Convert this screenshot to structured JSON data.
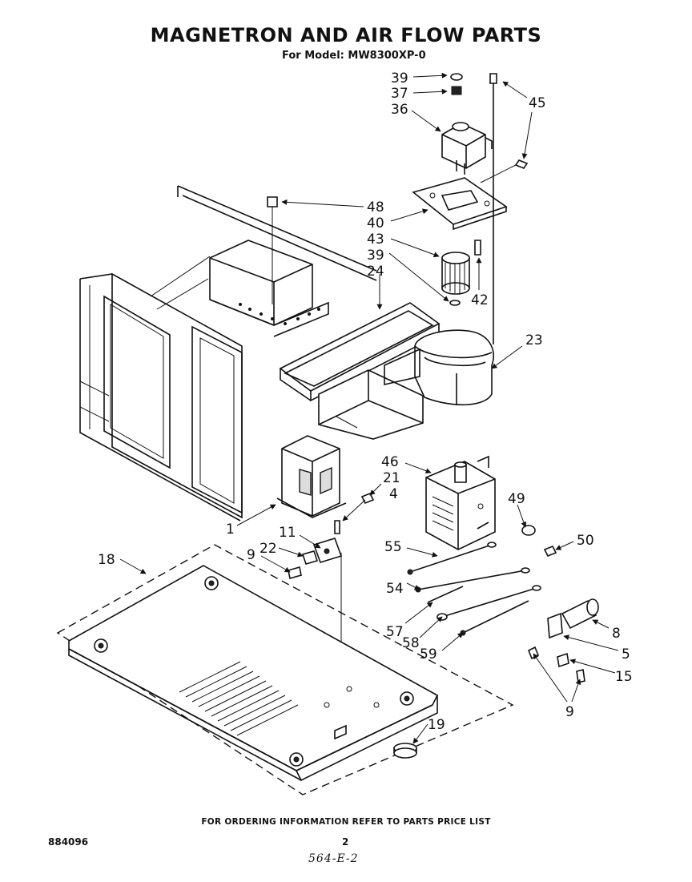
{
  "header": {
    "title": "MAGNETRON AND AIR FLOW PARTS",
    "model_line": "For Model: MW8300XP-0"
  },
  "callouts": [
    "39",
    "37",
    "36",
    "45",
    "48",
    "40",
    "43",
    "39",
    "24",
    "42",
    "23",
    "46",
    "21",
    "4",
    "1",
    "11",
    "22",
    "9",
    "49",
    "50",
    "55",
    "18",
    "54",
    "57",
    "58",
    "59",
    "8",
    "5",
    "15",
    "9",
    "19"
  ],
  "footer": {
    "ordering_note": "FOR ORDERING INFORMATION REFER TO PARTS PRICE LIST",
    "doc_number": "884096",
    "page_number": "2",
    "handwritten_note": "564-E-2"
  }
}
